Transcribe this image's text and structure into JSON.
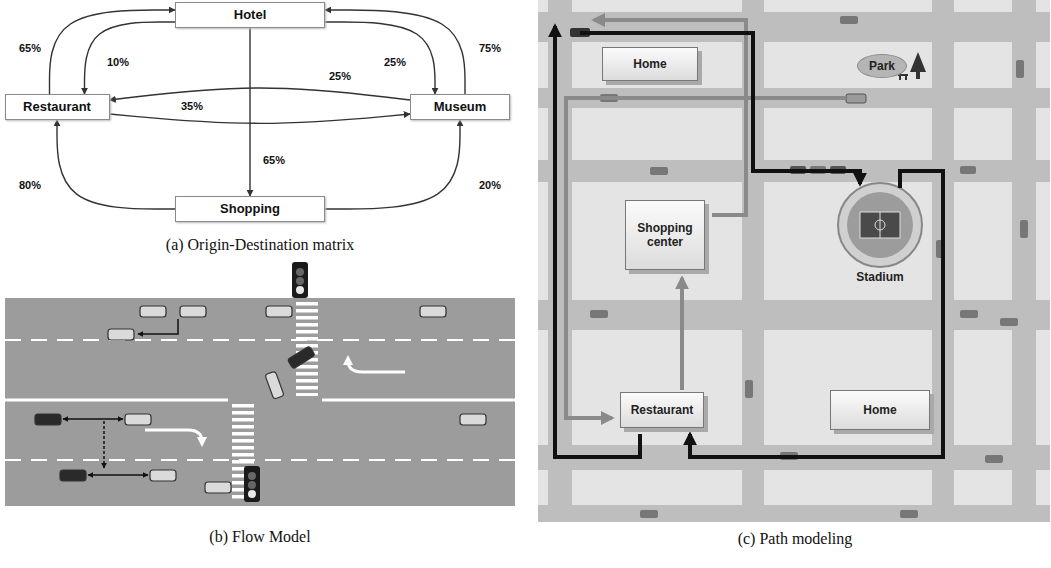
{
  "diagram": {
    "nodes": [
      {
        "text": [
          "Hotel"
        ]
      },
      {
        "text": [
          "Restaurant"
        ]
      },
      {
        "text": [
          "Museum"
        ]
      },
      {
        "text": [
          "Shopping"
        ]
      },
      {
        "text": [
          "Home"
        ]
      },
      {
        "text": [
          "Park"
        ]
      },
      {
        "text": [
          "Shopping center"
        ]
      },
      {
        "text": [
          "Stadium"
        ]
      },
      {
        "text": [
          "Restaurant"
        ]
      },
      {
        "text": [
          "Home"
        ]
      }
    ],
    "edges": [
      {
        "from": 1,
        "to": 0,
        "arrow": "to",
        "label": "65%"
      },
      {
        "from": 0,
        "to": 1,
        "arrow": "to",
        "label": "10%"
      },
      {
        "from": 2,
        "to": 0,
        "arrow": "to",
        "label": "75%"
      },
      {
        "from": 0,
        "to": 2,
        "arrow": "to",
        "label": "25%"
      },
      {
        "from": 2,
        "to": 1,
        "arrow": "to",
        "label": "25%"
      },
      {
        "from": 1,
        "to": 2,
        "arrow": "to",
        "label": "35%"
      },
      {
        "from": 0,
        "to": 3,
        "arrow": "to",
        "label": "65%"
      },
      {
        "from": 3,
        "to": 1,
        "arrow": "to",
        "label": "80%"
      },
      {
        "from": 3,
        "to": 2,
        "arrow": "to",
        "label": "20%"
      }
    ],
    "labels": [
      "(a) Origin-Destination matrix",
      "(b) Flow Model",
      "(c) Path modeling"
    ]
  }
}
